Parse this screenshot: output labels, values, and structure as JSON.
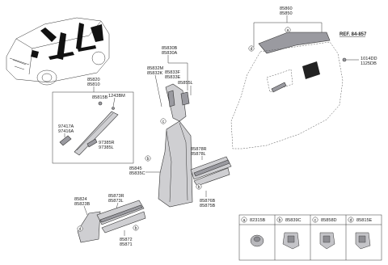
{
  "reference": "REF. 84-857",
  "labels": {
    "pillar_a_box_top_1": "85820",
    "pillar_a_box_top_2": "85810",
    "a_clip_1": "85815B",
    "a_clip_2": "1243BM",
    "a_lower_1": "97417A",
    "a_lower_2": "97416A",
    "a_side_1": "97385R",
    "a_side_2": "97385L",
    "b_upper_1": "85830B",
    "b_upper_2": "85830A",
    "b_belt_1": "85832M",
    "b_belt_2": "85832K",
    "b_adj_1": "85833F",
    "b_adj_2": "85833E",
    "b_cover": "85855L",
    "b_lower_1": "85845",
    "b_lower_2": "85835C",
    "scuff_rear_1": "85878R",
    "scuff_rear_2": "85878L",
    "scuff_rear_b_1": "85876B",
    "scuff_rear_b_2": "85875B",
    "front_lower_1": "85824",
    "front_lower_2": "85823B",
    "scuff_front_1": "85873R",
    "scuff_front_2": "85873L",
    "scuff_front_b_1": "85872",
    "scuff_front_b_2": "85871",
    "quarter_1": "85860",
    "quarter_2": "85850",
    "bolt_1": "1014DD",
    "bolt_2": "1125DB"
  },
  "legend": [
    {
      "letter": "a",
      "part": "82315B"
    },
    {
      "letter": "b",
      "part": "85839C"
    },
    {
      "letter": "c",
      "part": "85858D"
    },
    {
      "letter": "d",
      "part": "85815E"
    }
  ]
}
